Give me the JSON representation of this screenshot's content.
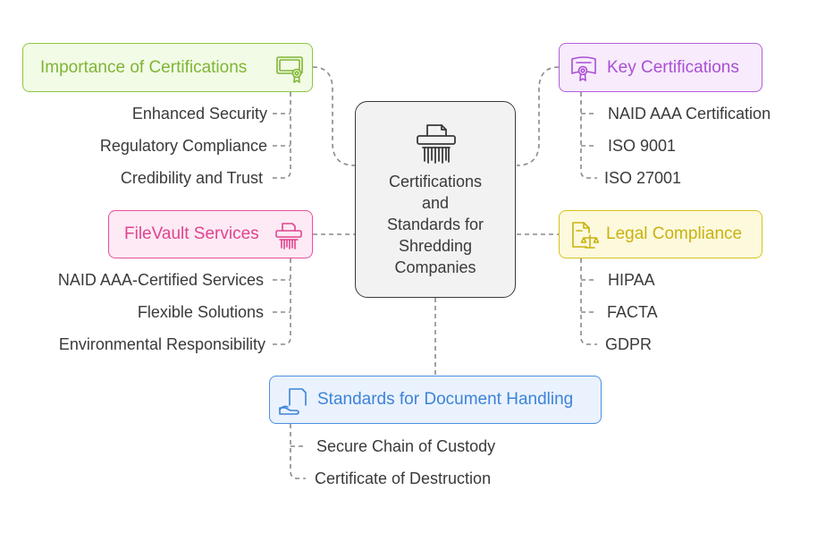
{
  "center": {
    "title": "Certifications\nand\nStandards for\nShredding\nCompanies",
    "icon": "shredder-icon"
  },
  "branches": {
    "importance": {
      "title": "Importance of Certifications",
      "color": "#8cc63f",
      "icon": "certificate-ribbon-icon",
      "items": [
        "Enhanced Security",
        "Regulatory Compliance",
        "Credibility and Trust"
      ]
    },
    "key": {
      "title": "Key Certifications",
      "color": "#b45ddf",
      "icon": "certificate-seal-icon",
      "items": [
        "NAID AAA Certification",
        "ISO 9001",
        "ISO 27001"
      ]
    },
    "filevault": {
      "title": "FileVault Services",
      "color": "#e94f9c",
      "icon": "shredder-icon",
      "items": [
        "NAID AAA-Certified Services",
        "Flexible Solutions",
        "Environmental Responsibility"
      ]
    },
    "legal": {
      "title": "Legal Compliance",
      "color": "#d8c21a",
      "icon": "legal-document-scales-icon",
      "items": [
        "HIPAA",
        "FACTA",
        "GDPR"
      ]
    },
    "standards": {
      "title": "Standards for Document Handling",
      "color": "#4a90e2",
      "icon": "document-handling-icon",
      "items": [
        "Secure Chain of Custody",
        "Certificate of Destruction"
      ]
    }
  }
}
